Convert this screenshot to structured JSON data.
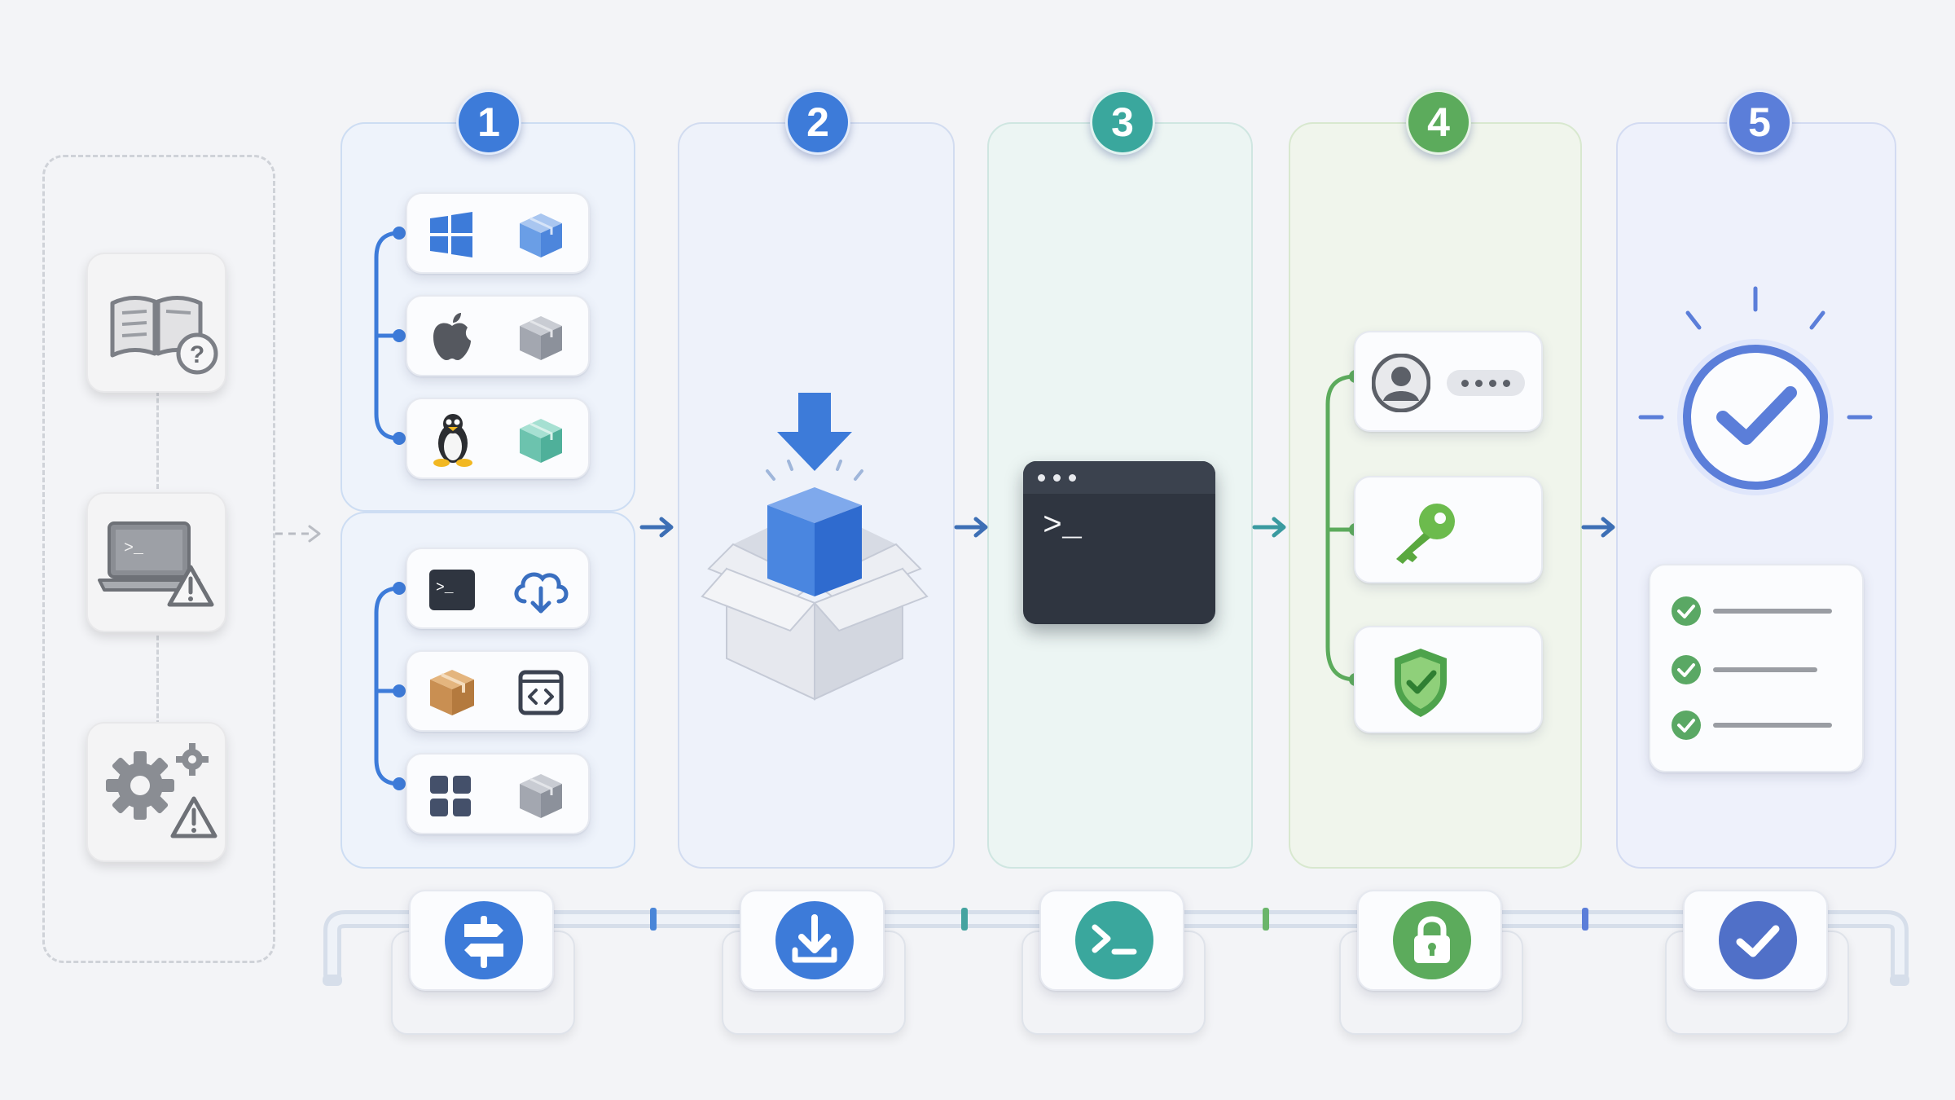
{
  "steps": [
    {
      "number": "1",
      "color": "#3d7bd9"
    },
    {
      "number": "2",
      "color": "#3d7bd9"
    },
    {
      "number": "3",
      "color": "#3aa79d"
    },
    {
      "number": "4",
      "color": "#5cab5c"
    },
    {
      "number": "5",
      "color": "#5b7ed9"
    }
  ],
  "issues": [
    "book-question-icon",
    "laptop-warning-icon",
    "gear-warning-icon"
  ],
  "step1_os_options": [
    "windows-icon",
    "apple-icon",
    "linux-icon"
  ],
  "step1_methods": [
    "terminal-cloud-download-icon",
    "package-code-icon",
    "grid-package-icon"
  ],
  "step2_icon": "package-download-icon",
  "step3_terminal": {
    "prompt": ">_"
  },
  "step4_items": [
    "user-password-icon",
    "key-icon",
    "shield-check-icon"
  ],
  "step5": {
    "icon": "check-badge-icon",
    "checklist_items": 3
  },
  "bottom_stages": [
    "route-sign-icon",
    "download-icon",
    "terminal-icon",
    "lock-icon",
    "check-icon"
  ],
  "colors": {
    "blue": "#3d7bd9",
    "teal": "#3aa79d",
    "green": "#5cab5c",
    "indigo": "#5b7ed9",
    "dark": "#2f3540"
  }
}
